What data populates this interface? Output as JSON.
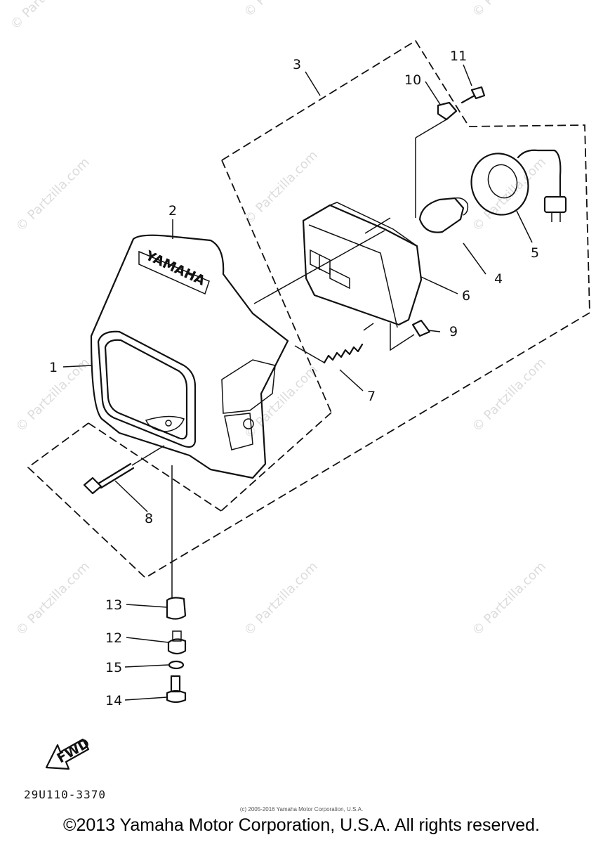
{
  "watermark": "© Partzilla.com",
  "brand_text": "YAMAHA",
  "fwd_text": "FWD",
  "diagram_code": "29U110-3370",
  "small_copyright": "(c) 2005-2016 Yamaha Motor Corporation, U.S.A.",
  "copyright": "©2013 Yamaha Motor Corporation, U.S.A. All rights reserved.",
  "callouts": [
    "1",
    "2",
    "3",
    "4",
    "5",
    "6",
    "7",
    "8",
    "9",
    "10",
    "11",
    "12",
    "13",
    "14",
    "15"
  ]
}
